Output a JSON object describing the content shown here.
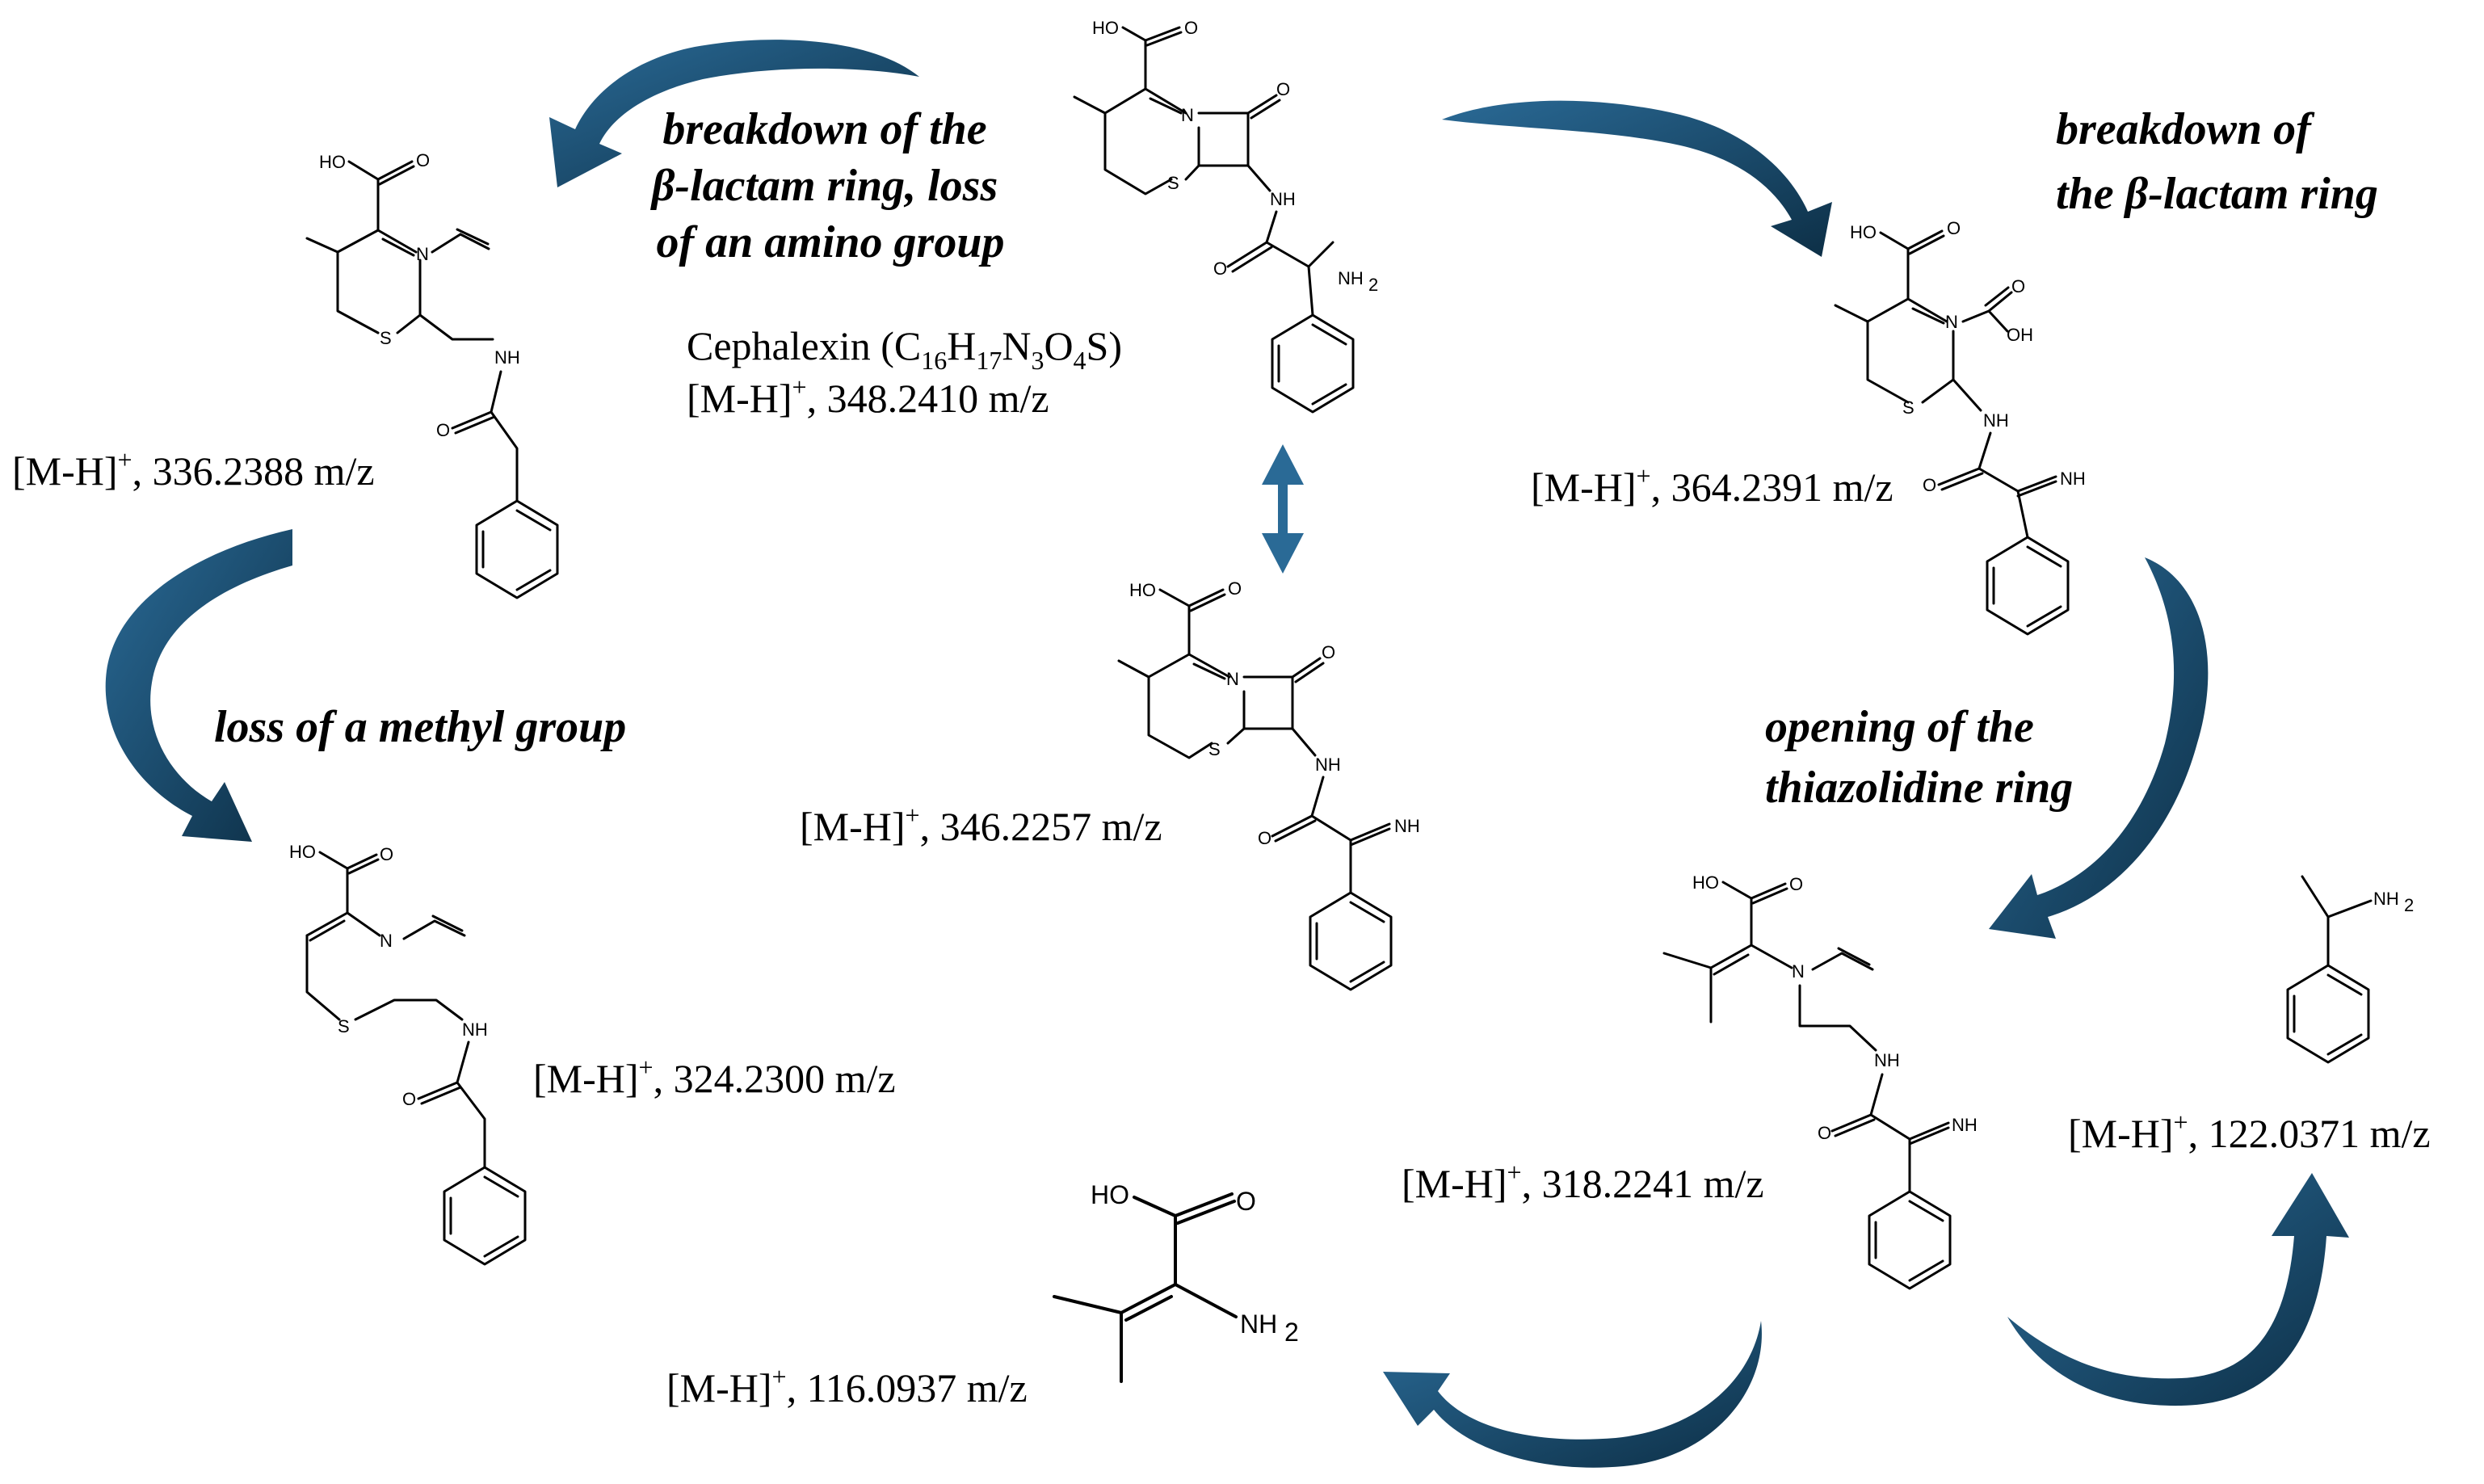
{
  "colors": {
    "arrow": "#1c4e6e",
    "arrow_dark": "#0d2f46",
    "double_arrow": "#2a6a96",
    "ink": "#000000"
  },
  "compounds": {
    "cephalexin": {
      "name": "Cephalexin (C",
      "f1": "16",
      "f2": "H",
      "f3": "17",
      "f4": "N",
      "f5": "3",
      "f6": "O",
      "f7": "4",
      "f8": "S)",
      "ion": "[M-H]",
      "charge": "+",
      "mz": ", 348.2410 m/z"
    },
    "c336": {
      "ion": "[M-H]",
      "charge": "+",
      "mz": ", 336.2388 m/z"
    },
    "c364": {
      "ion": "[M-H]",
      "charge": "+",
      "mz": ", 364.2391 m/z"
    },
    "c346": {
      "ion": "[M-H]",
      "charge": "+",
      "mz": ", 346.2257 m/z"
    },
    "c324": {
      "ion": "[M-H]",
      "charge": "+",
      "mz": ", 324.2300 m/z"
    },
    "c318": {
      "ion": "[M-H]",
      "charge": "+",
      "mz": ", 318.2241 m/z"
    },
    "c122": {
      "ion": "[M-H]",
      "charge": "+",
      "mz": ", 122.0371 m/z"
    },
    "c116": {
      "ion": "[M-H]",
      "charge": "+",
      "mz": ", 116.0937 m/z"
    }
  },
  "steps": {
    "left_top": [
      "breakdown of the",
      "β-lactam ring, loss",
      "of an amino group"
    ],
    "right_top": [
      "breakdown of",
      "the β-lactam ring"
    ],
    "left_mid": [
      "loss of a methyl group"
    ],
    "right_mid": [
      "opening of the",
      "thiazolidine ring"
    ]
  },
  "atoms": {
    "ho": "HO",
    "o": "O",
    "n": "N",
    "s": "S",
    "nh": "NH",
    "nh2": "NH",
    "two": "2",
    "oh": "OH"
  }
}
